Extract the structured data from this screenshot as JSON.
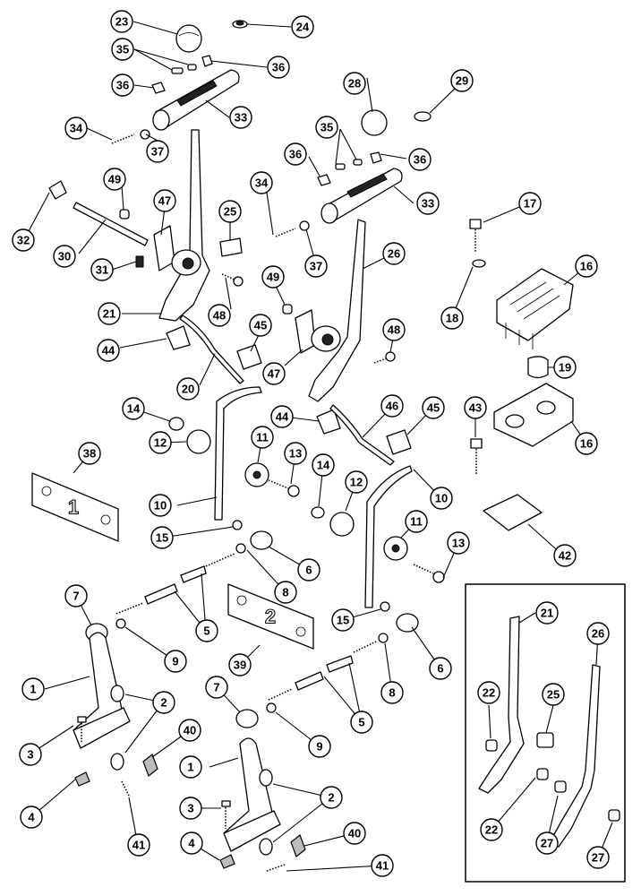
{
  "callouts": {
    "c1a": "1",
    "c1b": "1",
    "c2a": "2",
    "c2b": "2",
    "c3a": "3",
    "c3b": "3",
    "c4a": "4",
    "c4b": "4",
    "c5a": "5",
    "c5b": "5",
    "c6a": "6",
    "c6b": "6",
    "c7a": "7",
    "c7b": "7",
    "c8a": "8",
    "c8b": "8",
    "c9a": "9",
    "c9b": "9",
    "c10a": "10",
    "c10b": "10",
    "c11a": "11",
    "c11b": "11",
    "c12a": "12",
    "c12b": "12",
    "c13a": "13",
    "c13b": "13",
    "c14a": "14",
    "c14b": "14",
    "c15a": "15",
    "c15b": "15",
    "c16a": "16",
    "c16b": "16",
    "c17": "17",
    "c18": "18",
    "c19": "19",
    "c20": "20",
    "c21a": "21",
    "c21b": "21",
    "c22a": "22",
    "c22b": "22",
    "c23": "23",
    "c24": "24",
    "c25a": "25",
    "c25b": "25",
    "c26a": "26",
    "c26b": "26",
    "c27a": "27",
    "c27b": "27",
    "c28": "28",
    "c29": "29",
    "c30": "30",
    "c31": "31",
    "c32": "32",
    "c33a": "33",
    "c33b": "33",
    "c34a": "34",
    "c34b": "34",
    "c35a": "35",
    "c35b": "35",
    "c36a": "36",
    "c36b": "36",
    "c36c": "36",
    "c36d": "36",
    "c37a": "37",
    "c37b": "37",
    "c38": "38",
    "c39": "39",
    "c40a": "40",
    "c40b": "40",
    "c41a": "41",
    "c41b": "41",
    "c42": "42",
    "c43": "43",
    "c44a": "44",
    "c44b": "44",
    "c45a": "45",
    "c45b": "45",
    "c46": "46",
    "c47a": "47",
    "c47b": "47",
    "c48a": "48",
    "c48b": "48",
    "c49a": "49",
    "c49b": "49"
  },
  "plates": {
    "plate1": "1",
    "plate2": "2"
  }
}
